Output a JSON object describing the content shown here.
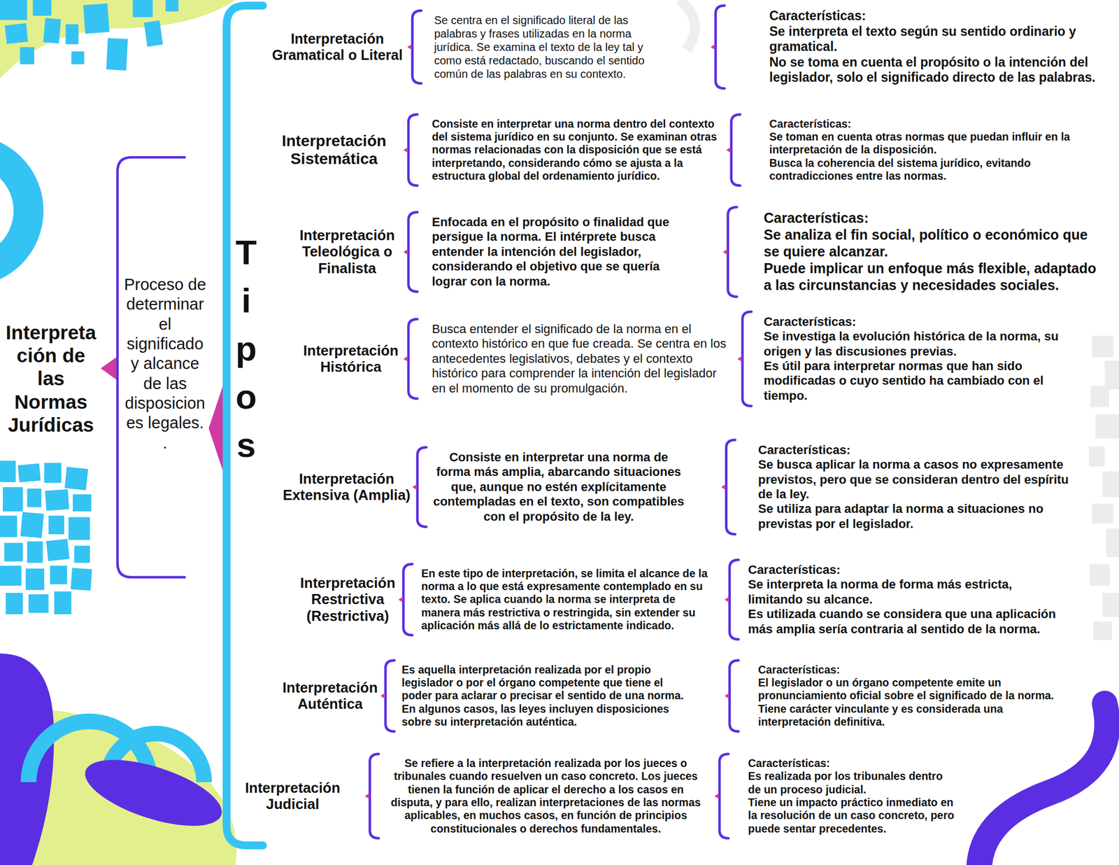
{
  "diagram": {
    "nodes": [
      {
        "text": [
          "Interpretación de las Normas Jurídicas"
        ]
      },
      {
        "text": [
          "Proceso de determinar el significado y alcance de las disposiciones legales. ."
        ]
      },
      {
        "text": [
          "Interpretación Gramatical o Literal"
        ]
      },
      {
        "text": [
          "Se centra en el significado literal de las palabras y frases utilizadas en la norma jurídica. Se examina el texto de la ley tal y como está redactado, buscando el sentido común de las palabras en su contexto."
        ]
      },
      {
        "text": [
          "Características:",
          "Se interpreta el texto según su sentido ordinario y gramatical.",
          "No se toma en cuenta el propósito o la intención del legislador, solo el significado directo de las palabras."
        ]
      },
      {
        "text": [
          "Interpretación Sistemática"
        ]
      },
      {
        "text": [
          "Consiste en interpretar una norma dentro del contexto del sistema jurídico en su conjunto. Se examinan otras normas relacionadas con la disposición que se está interpretando, considerando cómo se ajusta a la estructura global del ordenamiento jurídico."
        ]
      },
      {
        "text": [
          "Características:",
          "Se toman en cuenta otras normas que puedan influir en la interpretación de la disposición.",
          "Busca la coherencia del sistema jurídico, evitando contradicciones entre las normas."
        ]
      },
      {
        "text": [
          "Interpretación Teleológica o Finalista"
        ]
      },
      {
        "text": [
          "Enfocada en el propósito o finalidad que persigue la norma. El intérprete busca entender la intención del legislador, considerando el objetivo que se quería lograr con la norma."
        ]
      },
      {
        "text": [
          "Características:",
          "Se analiza el fin social, político o económico que se quiere alcanzar.",
          "Puede implicar un enfoque más flexible, adaptado a las circunstancias y necesidades sociales."
        ]
      },
      {
        "text": [
          "Interpretación Histórica"
        ]
      },
      {
        "text": [
          "Busca entender el significado de la norma en el contexto histórico en que fue creada. Se centra en los antecedentes legislativos, debates y el contexto histórico para comprender la intención del legislador en el momento de su promulgación."
        ]
      },
      {
        "text": [
          "Características:",
          "Se investiga la evolución histórica de la norma, su origen y las discusiones previas.",
          "Es útil para interpretar normas que han sido modificadas o cuyo sentido ha cambiado con el tiempo."
        ]
      },
      {
        "text": [
          "Interpretación Extensiva (Amplia)"
        ]
      },
      {
        "text": [
          "Consiste en interpretar una norma de forma más amplia, abarcando situaciones que, aunque no estén explícitamente contempladas en el texto, son compatibles con el propósito de la ley."
        ]
      },
      {
        "text": [
          "Características:",
          "Se busca aplicar la norma a casos no expresamente previstos, pero que se consideran dentro del espíritu de la ley.",
          "Se utiliza para adaptar la norma a situaciones no previstas por el legislador."
        ]
      },
      {
        "text": [
          "Interpretación Restrictiva (Restrictiva)"
        ]
      },
      {
        "text": [
          "En este tipo de interpretación, se limita el alcance de la norma a lo que está expresamente contemplado en su texto. Se aplica cuando la norma se interpreta de manera más restrictiva o restringida, sin extender su aplicación más allá de lo estrictamente indicado."
        ]
      },
      {
        "text": [
          "Características:",
          "Se interpreta la norma de forma más estricta, limitando su alcance.",
          "Es utilizada cuando se considera que una aplicación más amplia sería contraria al sentido de la norma."
        ]
      },
      {
        "text": [
          "Interpretación Auténtica"
        ]
      },
      {
        "text": [
          "Es aquella interpretación realizada por el propio legislador o por el órgano competente que tiene el poder para aclarar o precisar el sentido de una norma. En algunos casos, las leyes incluyen disposiciones sobre su interpretación auténtica."
        ]
      },
      {
        "text": [
          "Características:",
          "El legislador o un órgano competente emite un pronunciamiento oficial sobre el significado de la norma.",
          "Tiene carácter vinculante y es considerada una interpretación definitiva."
        ]
      },
      {
        "text": [
          "Interpretación Judicial"
        ]
      },
      {
        "text": [
          "Se refiere a la interpretación realizada por los jueces o tribunales cuando resuelven un caso concreto. Los jueces tienen la función de aplicar el derecho a los casos en disputa, y para ello, realizan interpretaciones de las normas aplicables, en muchos casos, en función de principios constitucionales o derechos fundamentales."
        ]
      },
      {
        "text": [
          "Características:",
          "Es realizada por los tribunales dentro de un proceso judicial.",
          "Tiene un impacto práctico inmediato en la resolución de un caso concreto, pero puede sentar precedentes."
        ]
      }
    ],
    "labels": [
      "Tipos"
    ]
  }
}
